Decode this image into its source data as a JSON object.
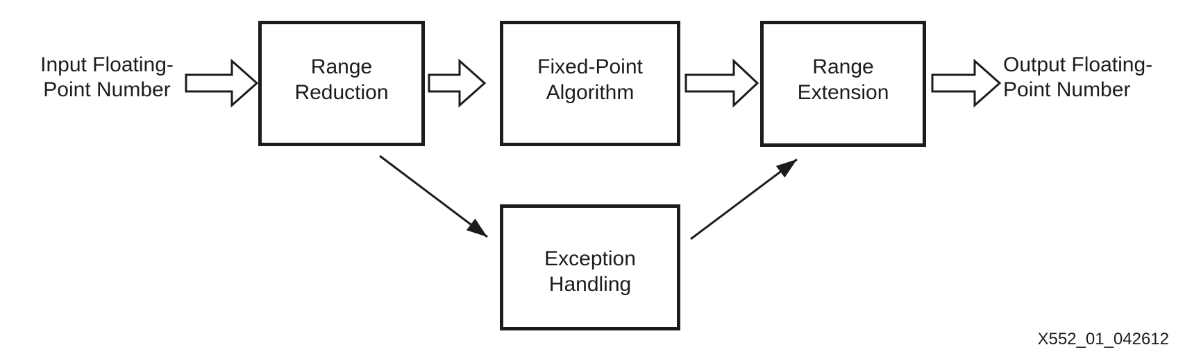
{
  "figure": {
    "nodes": [
      {
        "id": "range-reduction",
        "label": "Range\nReduction"
      },
      {
        "id": "fixed-point-algorithm",
        "label": "Fixed-Point\nAlgorithm"
      },
      {
        "id": "range-extension",
        "label": "Range\nExtension"
      },
      {
        "id": "exception-handling",
        "label": "Exception\nHandling"
      }
    ],
    "input_label": "Input Floating-\nPoint Number",
    "output_label": "Output Floating-\nPoint Number",
    "figure_id": "X552_01_042612",
    "colors": {
      "ink": "#1c1c1c",
      "background": "#ffffff"
    }
  }
}
